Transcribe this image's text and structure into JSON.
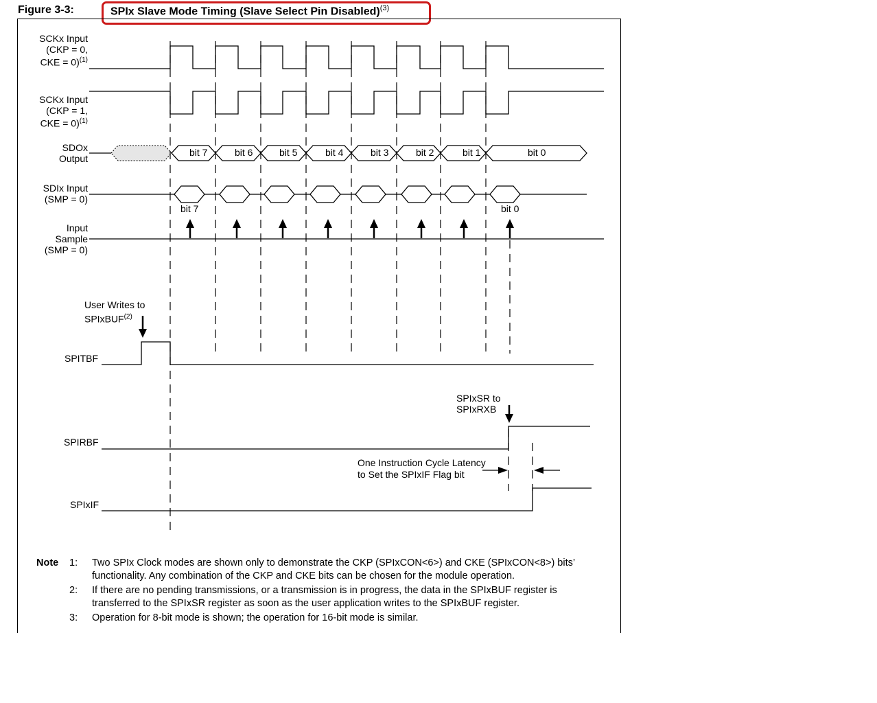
{
  "figure": {
    "label": "Figure 3-3:",
    "title": "SPIx Slave Mode Timing (Slave Select Pin Disabled)",
    "title_ref": "(3)",
    "highlight_color": "#cc1a1a"
  },
  "signals": {
    "sck1": {
      "name": "SCKx Input",
      "cond1": "(CKP = 0,",
      "cond2": "CKE = 0)",
      "ref": "(1)"
    },
    "sck2": {
      "name": "SCKx Input",
      "cond1": "(CKP = 1,",
      "cond2": "CKE = 0)",
      "ref": "(1)"
    },
    "sdo": {
      "name": "SDOx",
      "sub": "Output",
      "bits": [
        "bit 7",
        "bit 6",
        "bit 5",
        "bit 4",
        "bit 3",
        "bit 2",
        "bit 1",
        "bit 0"
      ]
    },
    "sdi": {
      "name": "SDIx Input",
      "cond": "(SMP = 0)",
      "first_bit": "bit 7",
      "last_bit": "bit 0"
    },
    "sample": {
      "line1": "Input",
      "line2": "Sample",
      "cond": "(SMP = 0)"
    },
    "spitbf": {
      "name": "SPITBF"
    },
    "spirbf": {
      "name": "SPIRBF"
    },
    "spixif": {
      "name": "SPIxIF"
    }
  },
  "annotations": {
    "user_write_1": "User Writes to",
    "user_write_2": "SPIxBUF",
    "user_write_ref": "(2)",
    "sr_to_rxb_1": "SPIxSR to",
    "sr_to_rxb_2": "SPIxRXB",
    "latency_1": "One Instruction Cycle Latency",
    "latency_2": "to Set the SPIxIF Flag bit"
  },
  "notes": {
    "heading": "Note",
    "items": [
      {
        "num": "1:",
        "line1": "Two SPIx Clock modes are shown only to demonstrate the CKP (SPIxCON<6>) and CKE (SPIxCON<8>) bits’",
        "line2": "functionality. Any combination of the CKP and CKE bits can be chosen for the module operation."
      },
      {
        "num": "2:",
        "line1": "If there are no pending transmissions, or a transmission is in progress, the data in the SPIxBUF register is",
        "line2": "transferred to the SPIxSR register as soon as the user application writes to the SPIxBUF register."
      },
      {
        "num": "3:",
        "line1": "Operation for 8-bit mode is shown; the operation for 16-bit mode is similar."
      }
    ]
  }
}
